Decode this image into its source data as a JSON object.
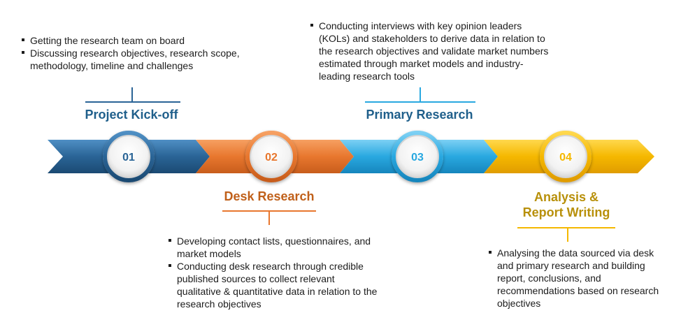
{
  "colors": {
    "blue": "#2a6496",
    "orange": "#e8772e",
    "sky": "#29a8e0",
    "yellow": "#f5b800",
    "title_blue": "#1f5f8b",
    "title_orange": "#c0601a",
    "title_gold": "#b8900a"
  },
  "phases": [
    {
      "number": "01",
      "title": "Project Kick-off",
      "bullets": [
        "Getting the research team on board",
        "Discussing research objectives, research scope, methodology, timeline and challenges"
      ]
    },
    {
      "number": "02",
      "title": "Desk Research",
      "bullets": [
        "Developing contact lists, questionnaires, and market models",
        "Conducting desk research through credible published sources to collect relevant qualitative & quantitative data in relation to the research objectives"
      ]
    },
    {
      "number": "03",
      "title": "Primary Research",
      "bullets": [
        "Conducting interviews with key opinion leaders (KOLs) and stakeholders to derive data in relation to the research objectives and validate market numbers estimated through market models and industry-leading research tools"
      ]
    },
    {
      "number": "04",
      "title": "Analysis & Report Writing",
      "title_lines": [
        "Analysis &",
        "Report Writing"
      ],
      "bullets": [
        "Analysing the data sourced via desk and primary research  and building report, conclusions, and recommendations based on research objectives"
      ]
    }
  ]
}
